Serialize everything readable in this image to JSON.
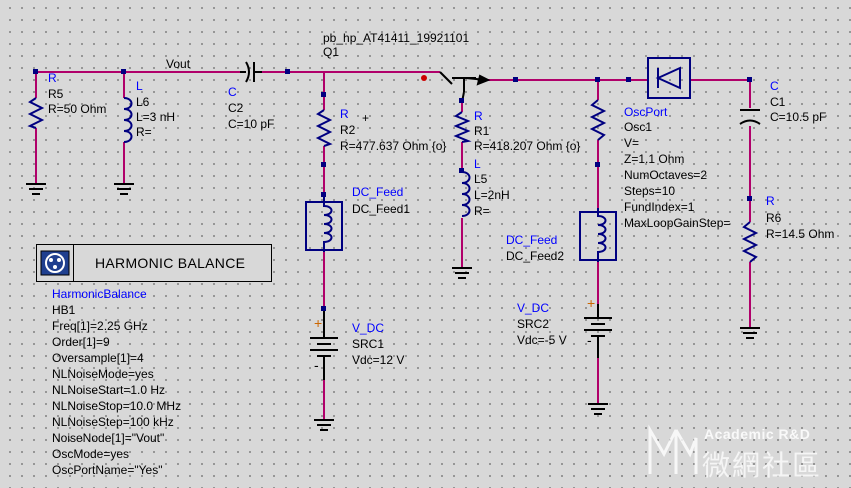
{
  "colors": {
    "wire": "#b0006a",
    "component": "#000080",
    "symbol": "#000000",
    "port": "#cc0000",
    "background": "#d8d8d8"
  },
  "nets": {
    "vout_label": "Vout"
  },
  "transistor": {
    "type_label": "pb_hp_AT41411_19921101",
    "name": "Q1"
  },
  "r5": {
    "type": "R",
    "name": "R5",
    "value": "R=50 Ohm"
  },
  "l6": {
    "type": "L",
    "name": "L6",
    "value": "L=3 nH",
    "r": "R="
  },
  "c2": {
    "type": "C",
    "name": "C2",
    "value": "C=10 pF"
  },
  "r2": {
    "type": "R",
    "name": "R2",
    "value": "R=477.637 Ohm {o}",
    "marker": "+"
  },
  "r1": {
    "type": "R",
    "name": "R1",
    "value": "R=418.207 Ohm {o}"
  },
  "l5": {
    "type": "L",
    "name": "L5",
    "value": "L=2nH",
    "r": "R="
  },
  "dc_feed1": {
    "type": "DC_Feed",
    "name": "DC_Feed1"
  },
  "dc_feed2": {
    "type": "DC_Feed",
    "name": "DC_Feed2"
  },
  "src1": {
    "type": "V_DC",
    "name": "SRC1",
    "value": "Vdc=12 V"
  },
  "src2": {
    "type": "V_DC",
    "name": "SRC2",
    "value": "Vdc=-5 V"
  },
  "oscport": {
    "type": "OscPort",
    "name": "Osc1",
    "params": [
      "V=",
      "Z=1.1 Ohm",
      "NumOctaves=2",
      "Steps=10",
      "FundIndex=1",
      "MaxLoopGainStep="
    ]
  },
  "c1": {
    "type": "C",
    "name": "C1",
    "value": "C=10.5 pF"
  },
  "r6": {
    "type": "R",
    "name": "R6",
    "value": "R=14.5 Ohm"
  },
  "harmonic_balance": {
    "title": "HARMONIC BALANCE",
    "type": "HarmonicBalance",
    "name": "HB1",
    "params": [
      "Freq[1]=2.25 GHz",
      "Order[1]=9",
      "Oversample[1]=4",
      "NLNoiseMode=yes",
      "NLNoiseStart=1.0 Hz",
      "NLNoiseStop=10.0 MHz",
      "NLNoiseStep=100 kHz",
      "NoiseNode[1]=\"Vout\"",
      "OscMode=yes",
      "OscPortName=\"Yes\""
    ]
  },
  "watermark": {
    "en": "Academic R&D",
    "zh": "微網社區"
  }
}
